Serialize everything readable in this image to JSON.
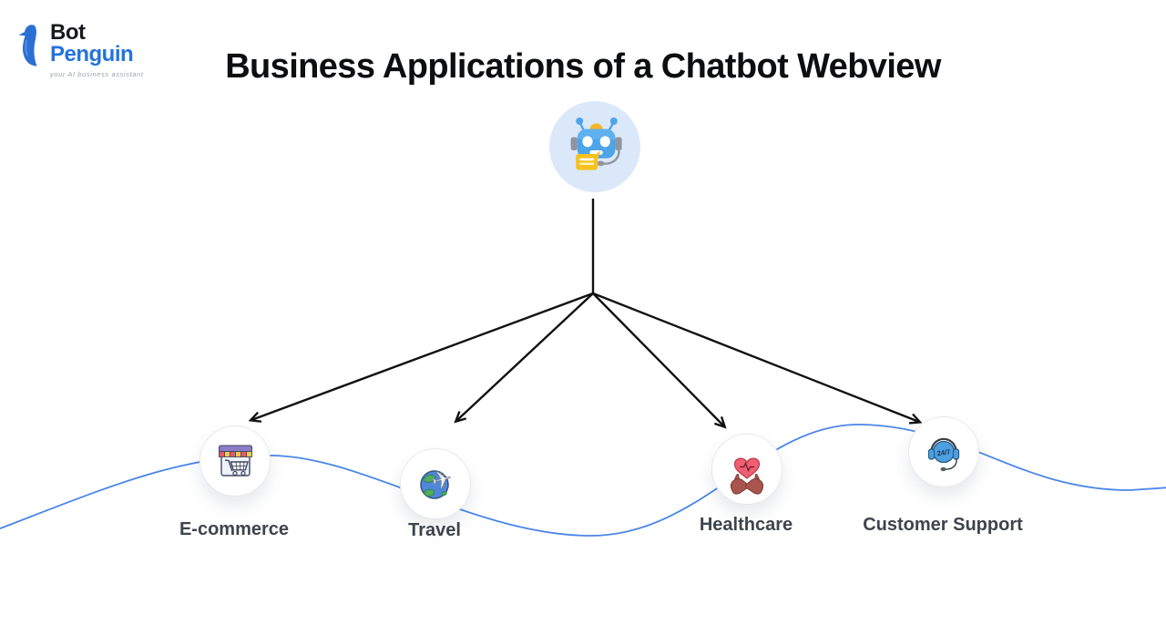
{
  "logo": {
    "brand_top": "Bot",
    "brand_bottom": "Penguin",
    "tagline": "your AI business assistant",
    "icon": "penguin-icon",
    "brand_color": "#2373dd"
  },
  "title": "Business Applications of a Chatbot Webview",
  "hub": {
    "icon": "chatbot-robot-icon"
  },
  "nodes": [
    {
      "id": "ecommerce",
      "label": "E-commerce",
      "icon": "storefront-cart-icon"
    },
    {
      "id": "travel",
      "label": "Travel",
      "icon": "globe-airplane-icon",
      "plane_glyph": "✈"
    },
    {
      "id": "healthcare",
      "label": "Healthcare",
      "icon": "hands-heart-icon"
    },
    {
      "id": "customer-support",
      "label": "Customer Support",
      "icon": "headset-icon",
      "badge": "24/7"
    }
  ],
  "colors": {
    "wave": "#4a86e8",
    "arrow": "#111111",
    "hub_background": "#dbe8fa",
    "label_text": "#3e444c"
  }
}
